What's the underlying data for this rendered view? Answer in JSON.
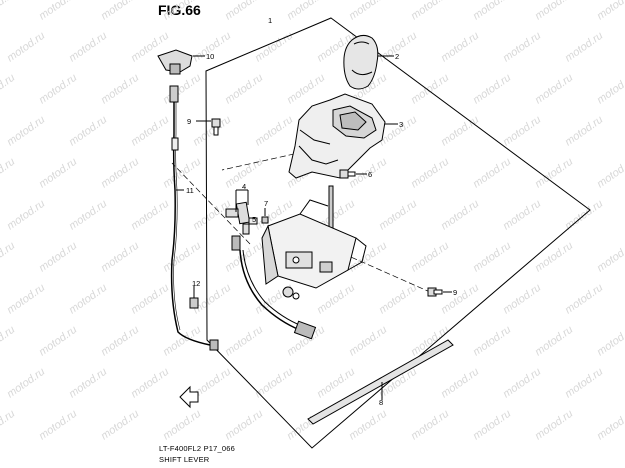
{
  "figure": {
    "title": "FIG.66",
    "code": "LT-F400FL2 P17_066",
    "name": "SHIFT LEVER"
  },
  "callouts": [
    "1",
    "2",
    "3",
    "4",
    "5",
    "6",
    "7",
    "8",
    "9",
    "9",
    "10",
    "11",
    "12"
  ],
  "watermark": "motod.ru",
  "arrow_icon": "front-direction-arrow-icon"
}
